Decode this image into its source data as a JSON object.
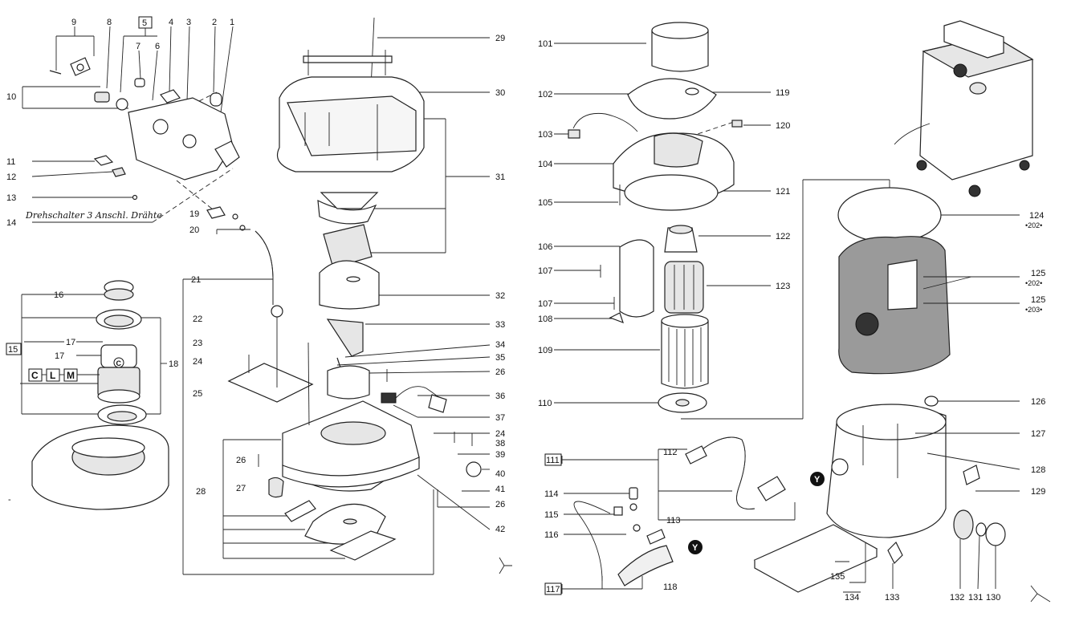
{
  "note": "Drehschalter 3 Anschl. Drähte",
  "labels_left": {
    "p1": "1",
    "p2": "2",
    "p3": "3",
    "p4": "4",
    "p5": "5",
    "p6": "6",
    "p7": "7",
    "p8": "8",
    "p9": "9",
    "p10": "10",
    "p11": "11",
    "p12": "12",
    "p13": "13",
    "p14": "14",
    "p15": "15",
    "p16": "16",
    "p17a": "17",
    "p17b": "17",
    "p18": "18",
    "p19": "19",
    "p20": "20",
    "p21": "21",
    "p22": "22",
    "p23": "23",
    "p24a": "24",
    "p24b": "24",
    "p25": "25",
    "p26a": "26",
    "p26b": "26",
    "p26c": "26",
    "p27": "27",
    "p28": "28",
    "p29": "29",
    "p30": "30",
    "p31": "31",
    "p32": "32",
    "p33": "33",
    "p34": "34",
    "p35": "35",
    "p36": "36",
    "p37": "37",
    "p38": "38",
    "p39": "39",
    "p40": "40",
    "p41": "41",
    "p42": "42"
  },
  "motor_variants": [
    "C",
    "L",
    "M"
  ],
  "motor_badge": "C",
  "labels_right": {
    "p101": "101",
    "p102": "102",
    "p103": "103",
    "p104": "104",
    "p105": "105",
    "p106": "106",
    "p107a": "107",
    "p107b": "107",
    "p108": "108",
    "p109": "109",
    "p110": "110",
    "p111": "111",
    "p112": "112",
    "p113": "113",
    "p114": "114",
    "p115": "115",
    "p116": "116",
    "p117": "117",
    "p118": "118",
    "p119": "119",
    "p120": "120",
    "p121": "121",
    "p122": "122",
    "p123": "123",
    "p124": "124",
    "p125a": "125",
    "p125b": "125",
    "p126": "126",
    "p127": "127",
    "p128": "128",
    "p129": "129",
    "p130": "130",
    "p131": "131",
    "p132": "132",
    "p133": "133",
    "p134": "134",
    "p135": "135"
  },
  "variant_notes": {
    "v124": "•202•",
    "v125a": "•202•",
    "v125b": "•203•"
  },
  "connector_mark": "Y",
  "misc_mark": "-"
}
